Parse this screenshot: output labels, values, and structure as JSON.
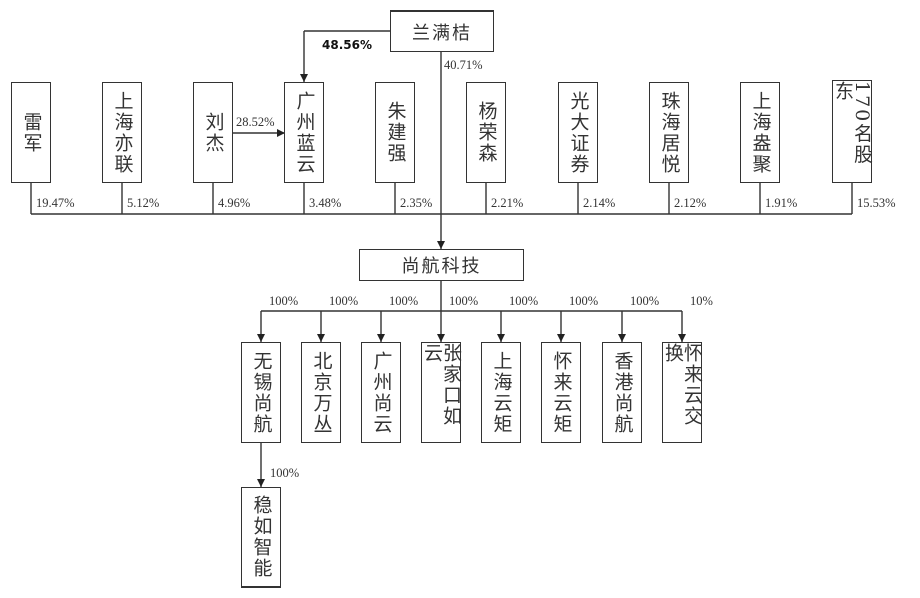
{
  "top": {
    "name": "兰满桔",
    "direct_pct": "40.71%",
    "via_guangzhou_lanyun_pct": "48.56%"
  },
  "shareholders": [
    {
      "name": "雷军",
      "pct": "19.47%"
    },
    {
      "name": "上海亦联",
      "pct": "5.12%"
    },
    {
      "name": "刘杰",
      "pct": "4.96%"
    },
    {
      "name": "广州蓝云",
      "pct": "3.48%"
    },
    {
      "name": "朱建强",
      "pct": "2.35%"
    },
    {
      "name": "杨荣森",
      "pct": "2.21%"
    },
    {
      "name": "光大证券",
      "pct": "2.14%"
    },
    {
      "name": "珠海居悦",
      "pct": "2.12%"
    },
    {
      "name": "上海盎聚",
      "pct": "1.91%"
    },
    {
      "name": "170名股东",
      "pct": "15.53%"
    }
  ],
  "liujie_to_lanyun_pct": "28.52%",
  "company": {
    "name": "尚航科技"
  },
  "subsidiaries": [
    {
      "name": "无锡尚航",
      "pct": "100%"
    },
    {
      "name": "北京万丛",
      "pct": "100%"
    },
    {
      "name": "广州尚云",
      "pct": "100%"
    },
    {
      "name": "张家口如云",
      "pct": "100%"
    },
    {
      "name": "上海云矩",
      "pct": "100%"
    },
    {
      "name": "怀来云矩",
      "pct": "100%"
    },
    {
      "name": "香港尚航",
      "pct": "100%"
    },
    {
      "name": "怀来云交换",
      "pct": "10%"
    }
  ],
  "grandchild": {
    "name": "稳如智能",
    "pct": "100%",
    "parent": "无锡尚航"
  }
}
